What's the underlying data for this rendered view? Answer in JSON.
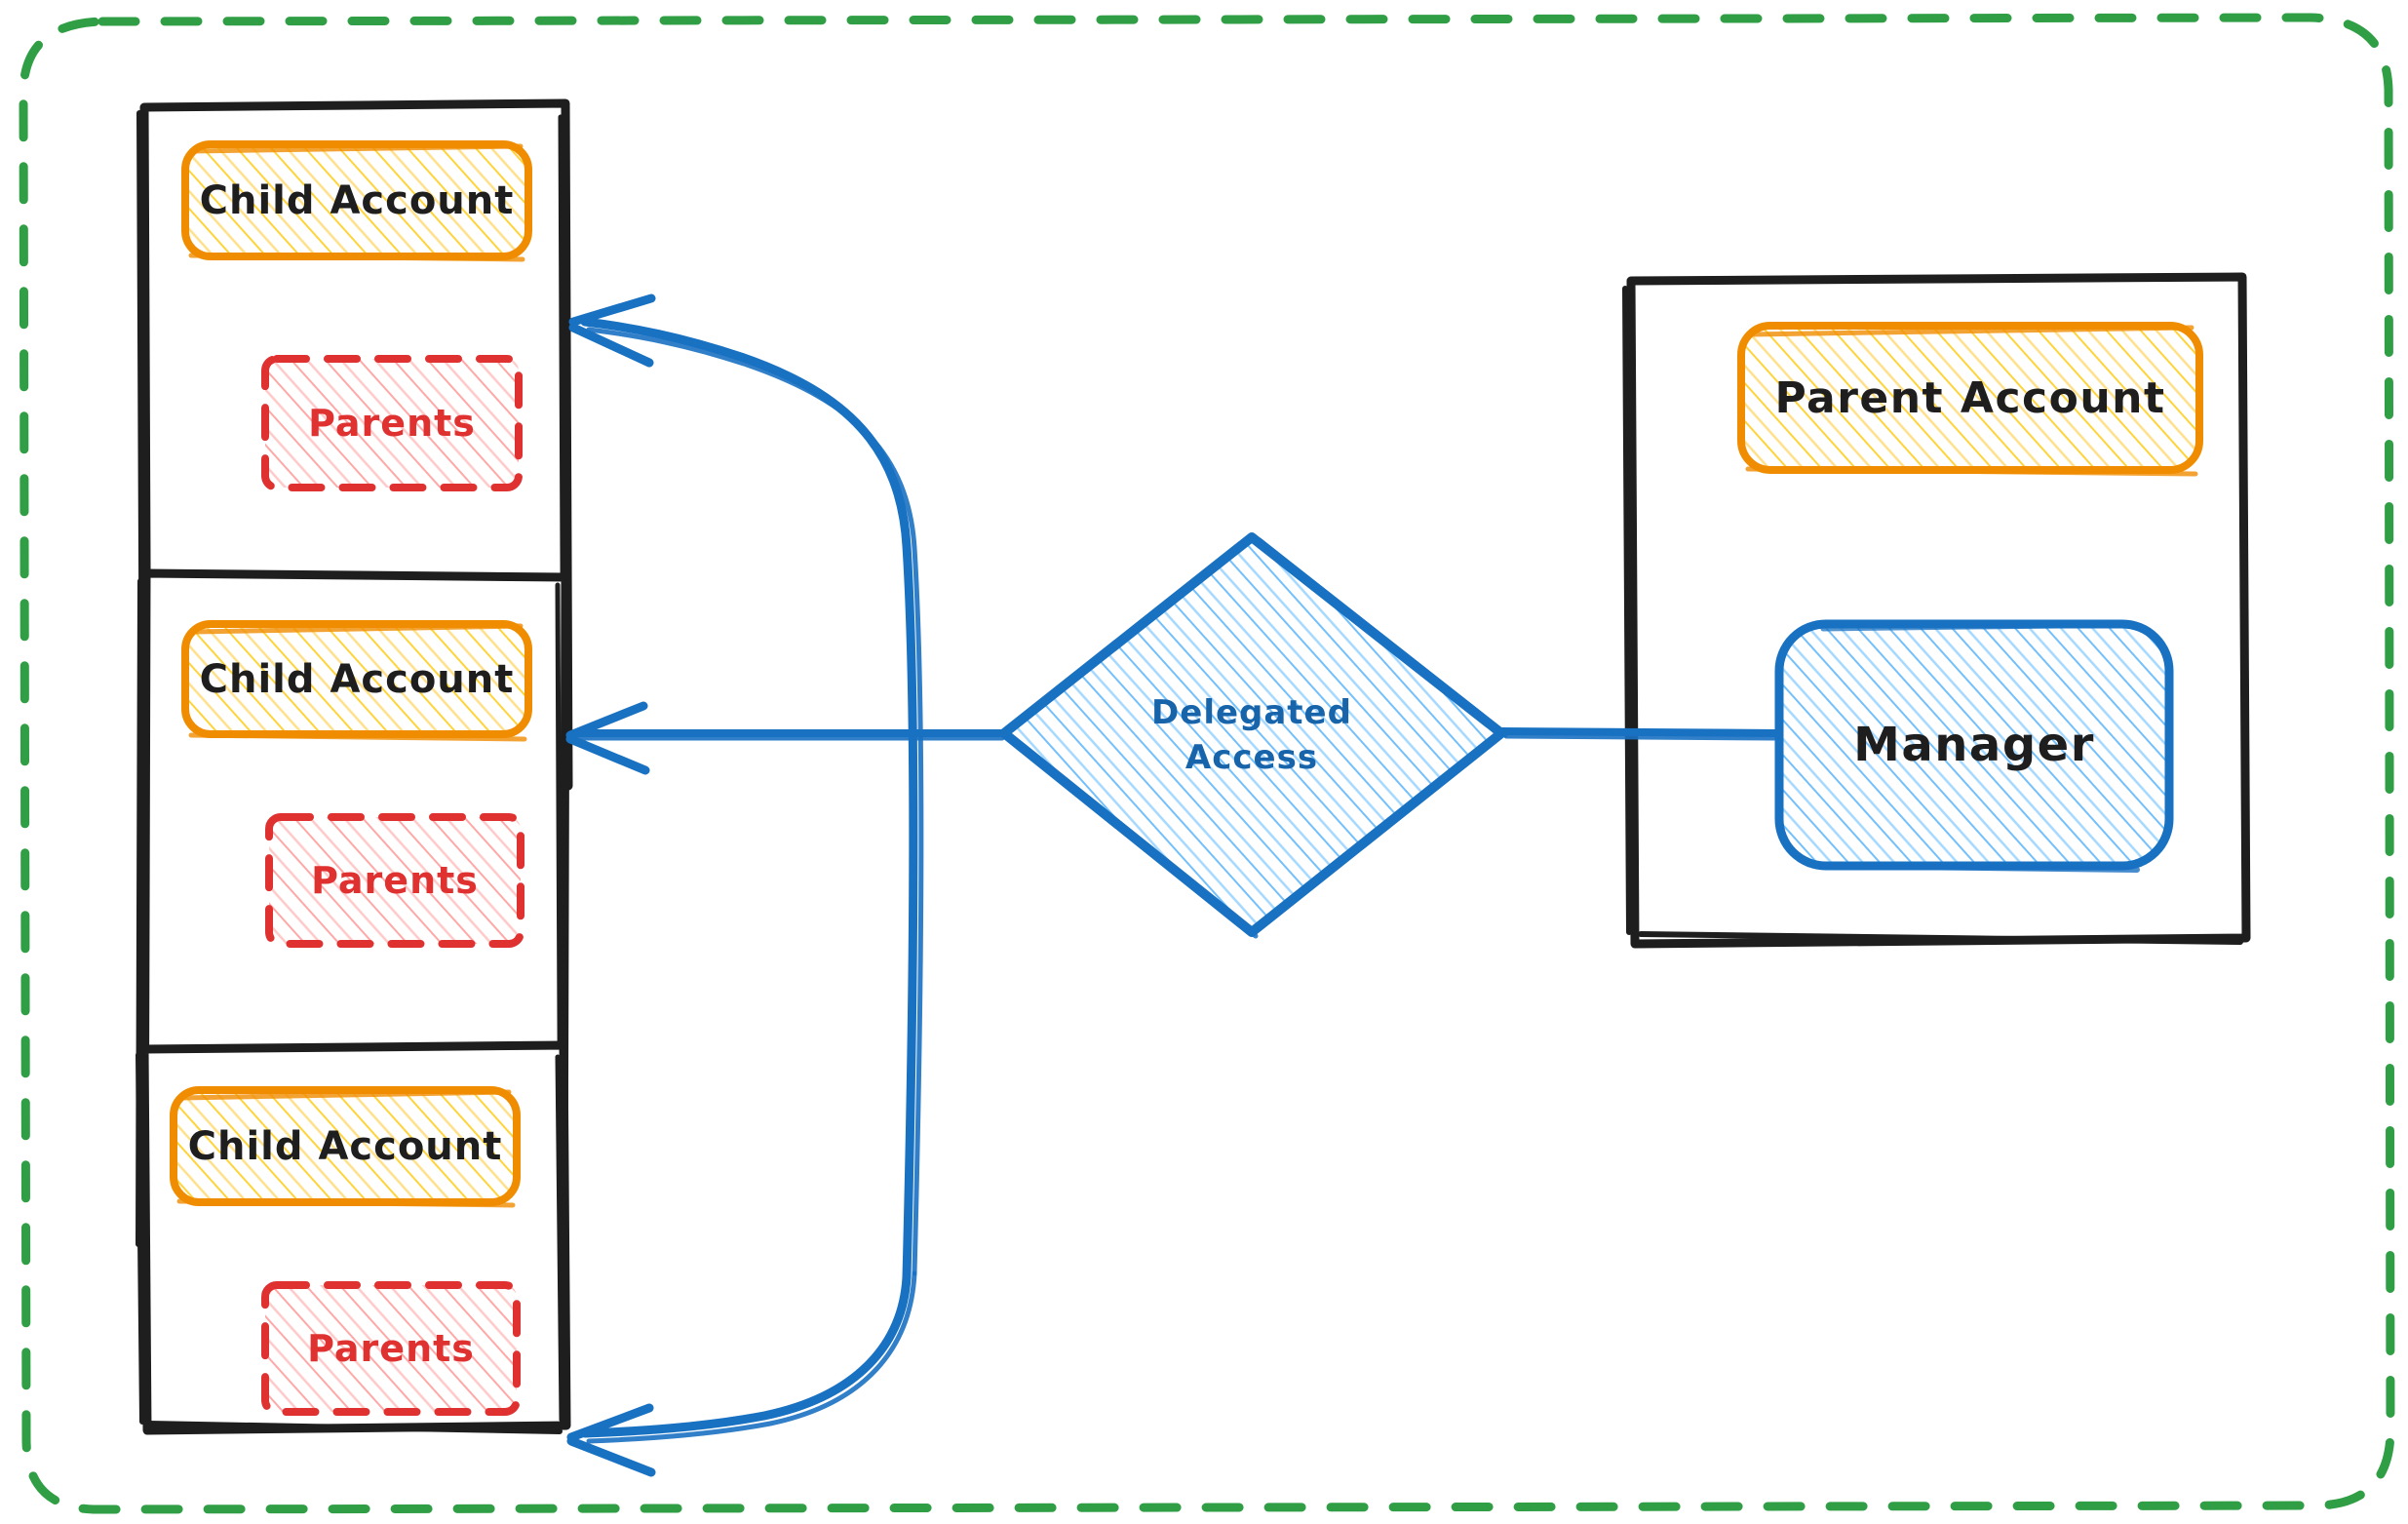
{
  "diagram": {
    "title": "Delegated Access between Parent Account and Child Accounts",
    "type": "architecture-diagram",
    "style": "hand-drawn-sketch"
  },
  "colors": {
    "outer_boundary": "#2f9e44",
    "panel_border": "#1e1e1e",
    "account_box_stroke": "#f08c00",
    "account_box_fill": "#ffd43b",
    "parents_box_stroke": "#e03131",
    "parents_box_fill": "#ff8787",
    "manager_stroke": "#1971c2",
    "manager_fill": "#74c0fc",
    "diamond_stroke": "#1971c2",
    "diamond_fill": "#74c0fc",
    "arrow": "#1971c2",
    "text_dark": "#1e1e1e",
    "text_red": "#e03131",
    "text_blue": "#1864ab"
  },
  "outer_boundary": {
    "label": "",
    "stroke_style": "dashed"
  },
  "child_panels": [
    {
      "id": "child-panel-1",
      "account": {
        "label": "Child Account"
      },
      "parents": {
        "label": "Parents"
      }
    },
    {
      "id": "child-panel-2",
      "account": {
        "label": "Child Account"
      },
      "parents": {
        "label": "Parents"
      }
    },
    {
      "id": "child-panel-3",
      "account": {
        "label": "Child Account"
      },
      "parents": {
        "label": "Parents"
      }
    }
  ],
  "delegated_access": {
    "label_line1": "Delegated",
    "label_line2": "Access",
    "label": "Delegated\nAccess",
    "shape": "diamond"
  },
  "parent_panel": {
    "id": "parent-panel",
    "account": {
      "label": "Parent Account"
    },
    "manager": {
      "label": "Manager"
    }
  },
  "connectors": [
    {
      "id": "manager-to-delegated",
      "from": "Manager",
      "to": "Delegated Access",
      "arrow": false
    },
    {
      "id": "delegated-to-child-1",
      "from": "Delegated Access",
      "to": "Child Account 1",
      "arrow": true
    },
    {
      "id": "delegated-to-child-2",
      "from": "Delegated Access",
      "to": "Child Account 2",
      "arrow": true
    },
    {
      "id": "delegated-to-child-3",
      "from": "Delegated Access",
      "to": "Child Account 3",
      "arrow": true
    }
  ]
}
